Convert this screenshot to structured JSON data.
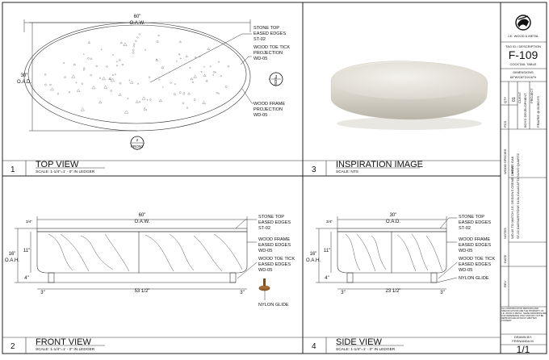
{
  "views": {
    "top": {
      "number": "1",
      "title": "TOP VIEW",
      "scale": "SCALE: 1-1/4\"=1' - 0\" IN LEDGER",
      "dim_width": "60\"",
      "dim_width_label": "O.A.W.",
      "dim_depth": "30\"",
      "dim_depth_label": "O.A.D.",
      "callouts": [
        [
          "STONE TOP",
          "EASED EDGES",
          "ST-02"
        ],
        [
          "WOOD TOE TICK",
          "PROJECTION",
          "WD-05"
        ],
        [
          "WOOD FRAME",
          "PROJECTION",
          "WD-05"
        ]
      ],
      "marker_side": "3",
      "marker_front": "2",
      "marker_side_label": "SIDE",
      "marker_front_label": "FRONT"
    },
    "inspiration": {
      "number": "3",
      "title": "INSPIRATION IMAGE",
      "scale": "SCALE: NTS"
    },
    "front": {
      "number": "2",
      "title": "FRONT VIEW",
      "scale": "SCALE: 1-1/4\"=1' - 0\" IN LEDGER",
      "dim_width": "60\"",
      "dim_width_label": "O.A.W.",
      "dim_height": "16\"",
      "dim_height_label": "O.A.H.",
      "dim_top": "3/4\"",
      "dim_11": "11\"",
      "dim_4": "4\"",
      "dim_3l": "3\"",
      "dim_3r": "3\"",
      "dim_inner": "53 1/2\"",
      "callouts": [
        [
          "STONE TOP",
          "EASED EDGES",
          "ST-02"
        ],
        [
          "WOOD FRAME",
          "EASED EDGES",
          "WD-05"
        ],
        [
          "WOOD TOE TICK",
          "EASED EDGES",
          "WD-05"
        ],
        [
          "NYLON GLIDE"
        ]
      ]
    },
    "side": {
      "number": "4",
      "title": "SIDE VIEW",
      "scale": "SCALE: 1-1/4\"=1' - 0\" IN LEDGER",
      "dim_width": "30\"",
      "dim_width_label": "O.A.D.",
      "dim_height": "16\"",
      "dim_height_label": "O.A.H.",
      "dim_top": "3/4\"",
      "dim_11": "11\"",
      "dim_4": "4\"",
      "dim_3l": "3\"",
      "dim_3r": "3\"",
      "dim_inner": "23 1/2\"",
      "callouts": [
        [
          "STONE TOP",
          "EASED EDGES",
          "ST-02"
        ],
        [
          "WOOD FRAME",
          "EASED EDGES",
          "WD-05"
        ],
        [
          "WOOD TOE TICK",
          "EASED EDGES",
          "WD-05"
        ],
        [
          "NYLON GLIDE"
        ]
      ]
    }
  },
  "title_block": {
    "company": "J.E. WOOD & METAL",
    "tag_label": "TAG ID / DESCRIPTION",
    "tag_id": "F-109",
    "description": "COCKTAIL TABLE",
    "dimensions_label": "DIMENSIONS",
    "dimensions_value": "60\"WX30\"DX16\"H",
    "client_label": "CLIENT",
    "client": "BOYD DEVELOPMENT",
    "project_label": "PROJECT",
    "project": "PRAIRIE @ BUBOYS",
    "qty_label": "QTY",
    "qty": "01",
    "pcs_label": "PCS",
    "wood_species_label": "WOOD SPECIES",
    "wood_species": "WHITE OAK",
    "notes_label": "NOTES",
    "notes_1": "WD-05 TO MATCH J.E. DESIGNS CREME CHOW",
    "notes_2": "ST-02 CAESARSTONE 5131 CALACATTA NUVO QUARTZ",
    "date_label": "DATE",
    "rev_label": "REV",
    "disclaimer": "ALL CONSTRUCTION METHODS AND SPECIFICATIONS ARE THE PROPERTY OF J.E. WOOD & METAL. THESE DRAWINGS ARE FOR REFERENCE ONLY AND MAY NOT BE REPRODUCED WITHOUT WRITTEN CONSENT.",
    "drawn_by_label": "DRAWN BY:",
    "drawn_by": "FERNANDA M.",
    "sheet": "1/1"
  },
  "colors": {
    "line": "#222222",
    "stone": "#dcd8cf",
    "wood_leg": "#8a5a2b"
  }
}
